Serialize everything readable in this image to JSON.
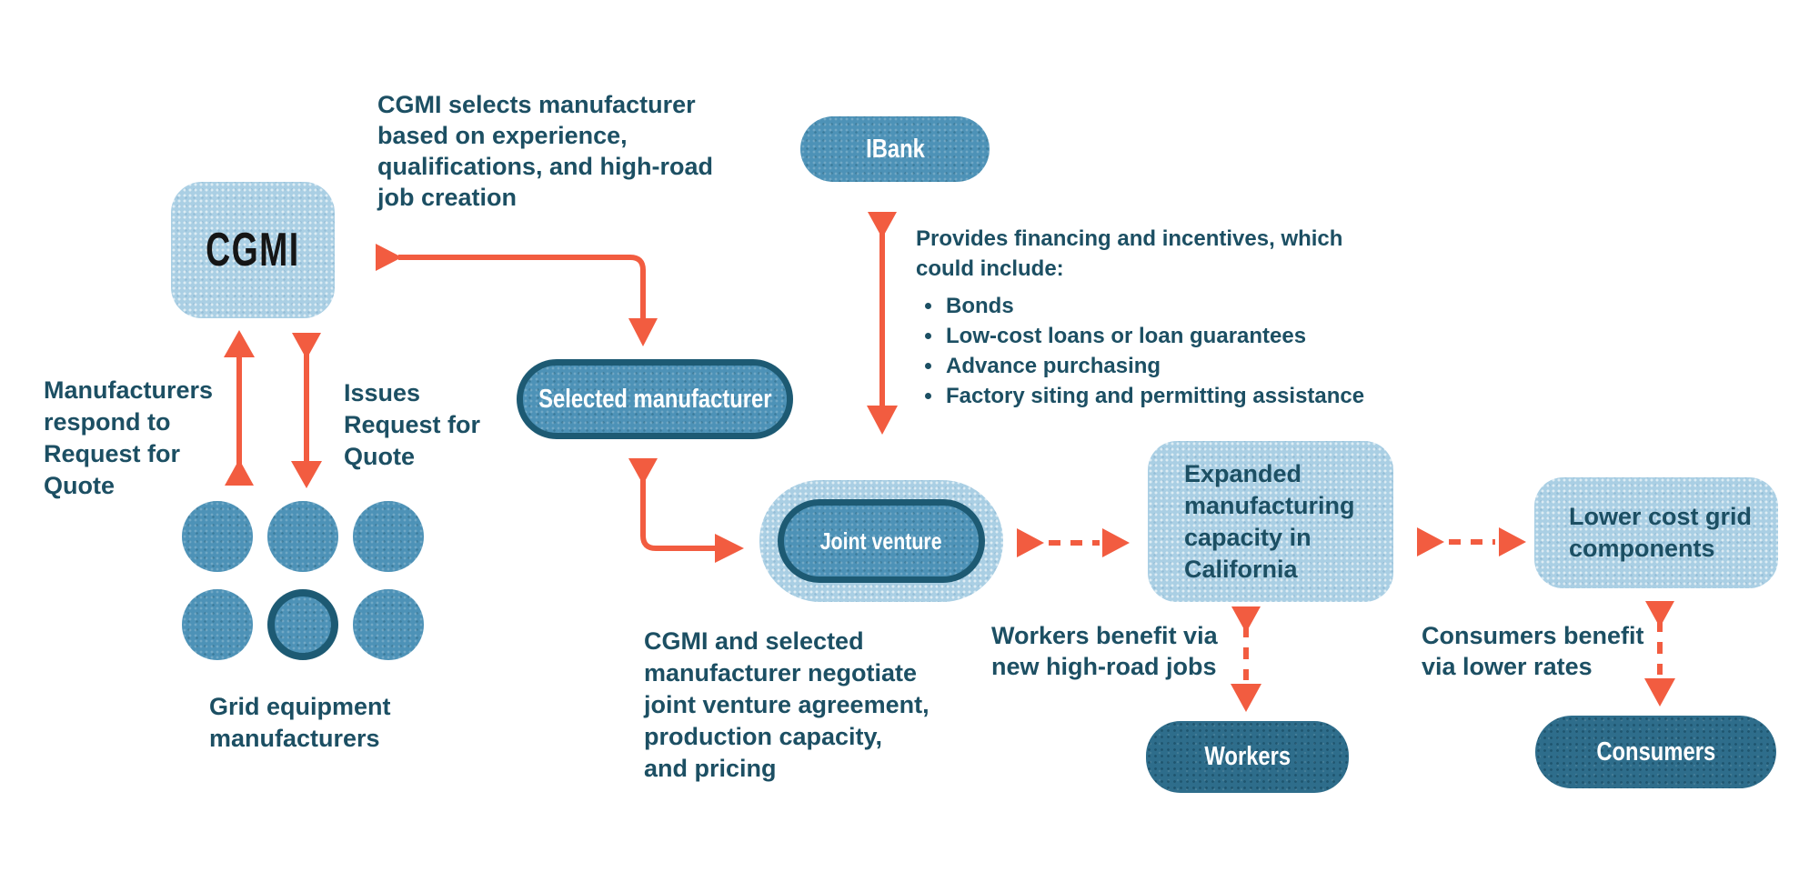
{
  "palette": {
    "background": "#ffffff",
    "light_blue_box": "#aacfe4",
    "medium_blue": "#4d92b7",
    "dark_teal_ring": "#1d5a73",
    "dark_teal_pill": "#2e6d8b",
    "text_dark_teal": "#1c4f63",
    "arrow_orange": "#f25c40",
    "cgmi_label_color": "#151515"
  },
  "nodes": {
    "cgmi": {
      "label": "CGMI"
    },
    "ibank": {
      "label": "IBank"
    },
    "selected_manufacturer": {
      "label": "Selected manufacturer"
    },
    "joint_venture": {
      "label": "Joint venture"
    },
    "expanded_capacity": {
      "label": "Expanded\nmanufacturing\ncapacity in\nCalifornia"
    },
    "lower_cost_components": {
      "label": "Lower cost grid\ncomponents"
    },
    "workers": {
      "label": "Workers"
    },
    "consumers": {
      "label": "Consumers"
    },
    "grid_manufacturers": {
      "label": "Grid equipment\nmanufacturers"
    }
  },
  "annotations": {
    "cgmi_selects": "CGMI selects manufacturer\nbased on experience,\nqualifications, and high-road\njob creation",
    "manufacturers_respond": "Manufacturers\nrespond to\nRequest for\nQuote",
    "issues_rfq": "Issues\nRequest for\nQuote",
    "ibank_provides": "Provides financing and incentives, which\ncould include:",
    "ibank_bullets": [
      "Bonds",
      "Low-cost loans or loan guarantees",
      "Advance purchasing",
      "Factory siting and permitting assistance"
    ],
    "negotiation": "CGMI and selected\nmanufacturer negotiate\njoint venture agreement,\nproduction capacity,\nand pricing",
    "workers_benefit": "Workers benefit via\nnew high-road jobs",
    "consumers_benefit": "Consumers benefit\nvia lower rates"
  }
}
